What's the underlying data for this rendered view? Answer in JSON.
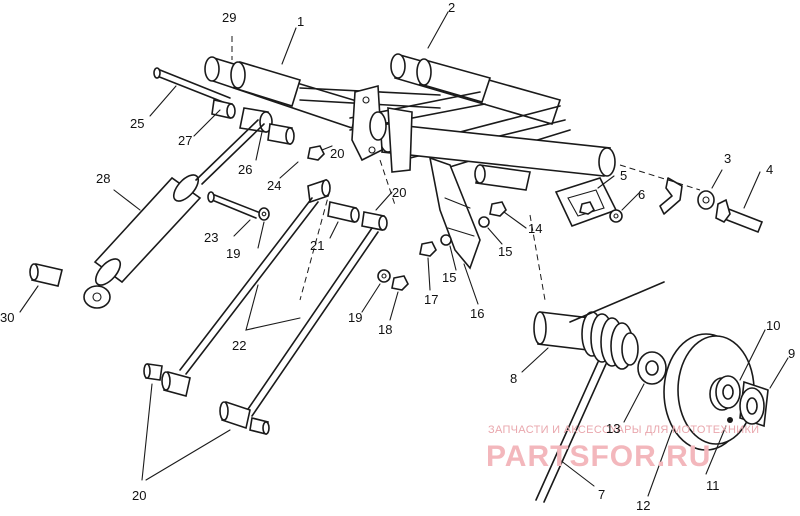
{
  "diagram": {
    "labels": {
      "p29": "29",
      "p1": "1",
      "p2": "2",
      "p25": "25",
      "p27": "27",
      "p26": "26",
      "p20a": "20",
      "p24": "24",
      "p28": "28",
      "p3": "3",
      "p4": "4",
      "p5": "5",
      "p6": "6",
      "p20b": "20",
      "p14": "14",
      "p23": "23",
      "p19a": "19",
      "p21": "21",
      "p15a": "15",
      "p15b": "15",
      "p30": "30",
      "p19b": "19",
      "p17": "17",
      "p18": "18",
      "p16": "16",
      "p22": "22",
      "p10": "10",
      "p9": "9",
      "p8": "8",
      "p13": "13",
      "p11": "11",
      "p12": "12",
      "p7": "7",
      "p20c": "20"
    },
    "watermark": {
      "top": "ЗАПЧАСТИ И АКСЕССУАРЫ ДЛЯ МОТОТЕХНИКИ",
      "logo": "PARTSFOR.RU"
    },
    "colors": {
      "ink": "#1a1a1a",
      "watermark": "#f3b7bc"
    }
  }
}
